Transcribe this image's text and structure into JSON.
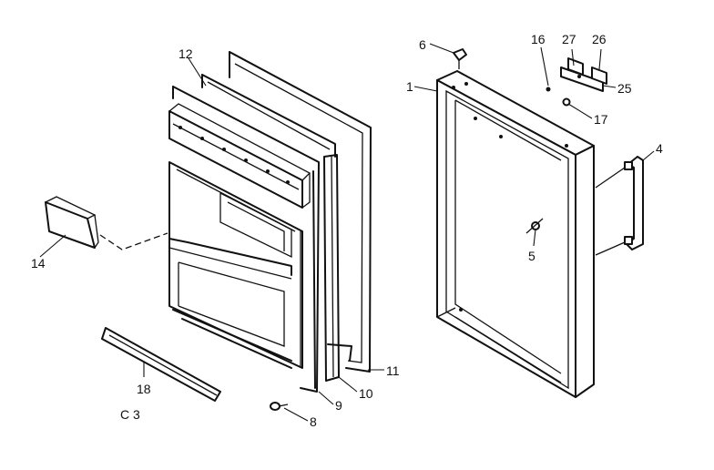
{
  "labels": {
    "p1": "1",
    "p4": "4",
    "p5": "5",
    "p6": "6",
    "p8": "8",
    "p9": "9",
    "p10": "10",
    "p11": "11",
    "p12": "12",
    "p14": "14",
    "p16": "16",
    "p17": "17",
    "p18": "18",
    "p25": "25",
    "p26": "26",
    "p27": "27",
    "code": "C 3"
  }
}
